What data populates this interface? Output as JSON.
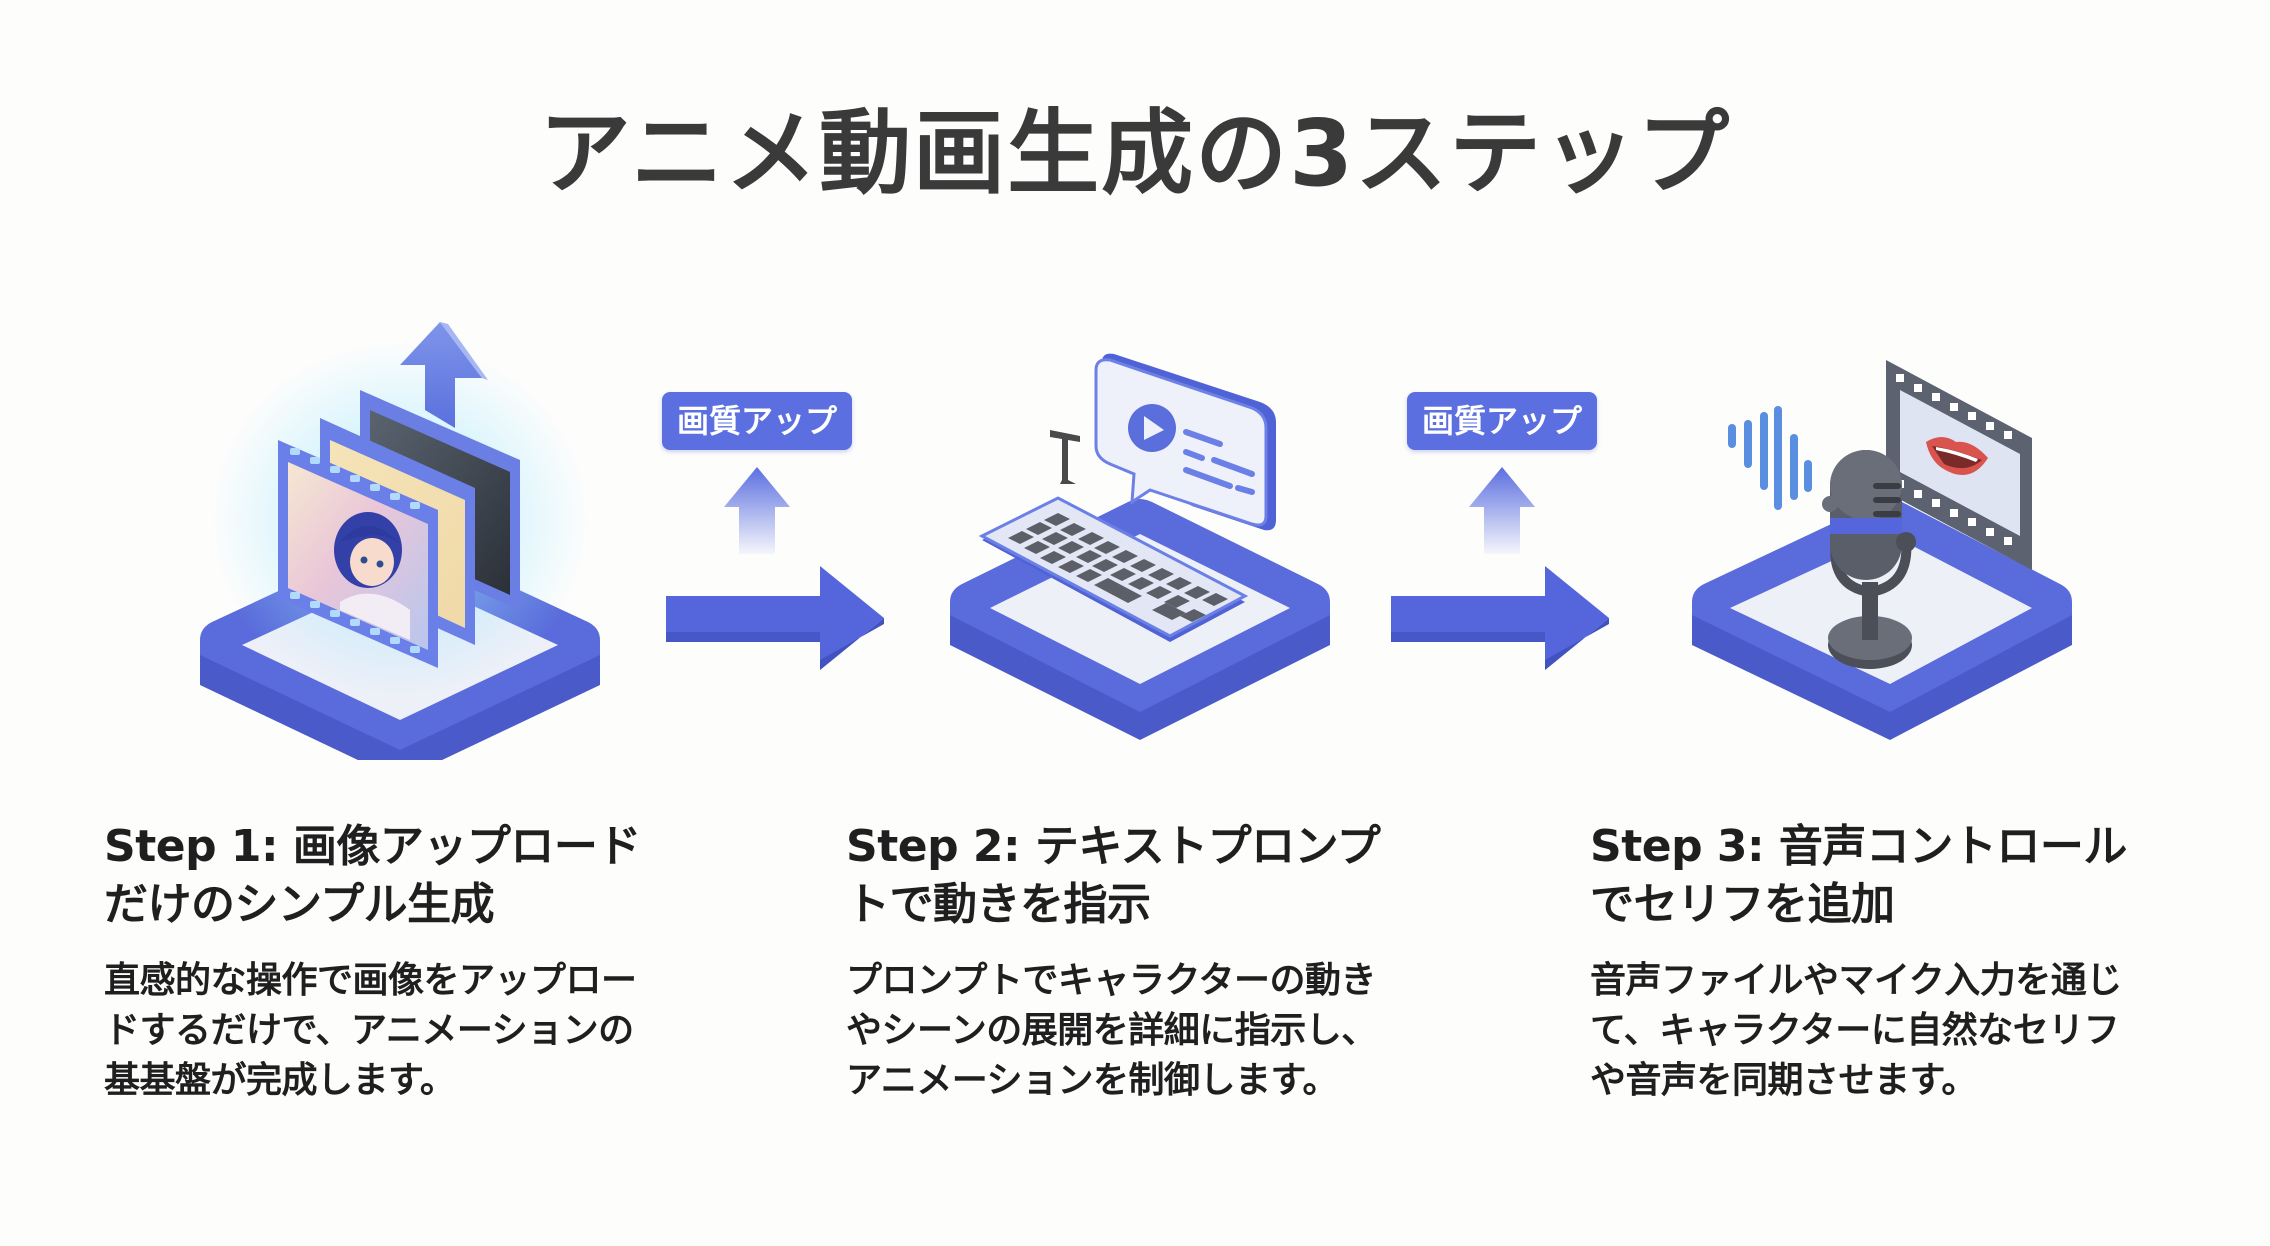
{
  "title": "アニメ動画生成の3ステップ",
  "colors": {
    "accent": "#5566d6",
    "badge": "#5b6fe0",
    "title": "#3a3a3a",
    "text": "#1f1f1f",
    "background": "#fdfdfc"
  },
  "steps": [
    {
      "heading_line1": "Step 1: 画像アップロード",
      "heading_line2": "だけのシンプル生成",
      "body_line1": "直感的な操作で画像をアップロー",
      "body_line2": "ドするだけで、アニメーションの",
      "body_line3": "基基盤が完成します。",
      "icon": "film-frames-upload-icon"
    },
    {
      "heading_line1": "Step 2: テキストプロンプ",
      "heading_line2": "トで動きを指示",
      "body_line1": "プロンプトでキャラクターの動き",
      "body_line2": "やシーンの展開を詳細に指示し、",
      "body_line3": "アニメーションを制御します。",
      "icon": "keyboard-prompt-icon"
    },
    {
      "heading_line1": "Step 3: 音声コントロール",
      "heading_line2": "でセリフを追加",
      "body_line1": "音声ファイルやマイク入力を通じ",
      "body_line2": "て、キャラクターに自然なセリフ",
      "body_line3": "や音声を同期させます。",
      "icon": "microphone-lipsync-icon"
    }
  ],
  "connectors": [
    {
      "badge_label": "画質アップ",
      "icon": "arrow-right-icon"
    },
    {
      "badge_label": "画質アップ",
      "icon": "arrow-right-icon"
    }
  ]
}
